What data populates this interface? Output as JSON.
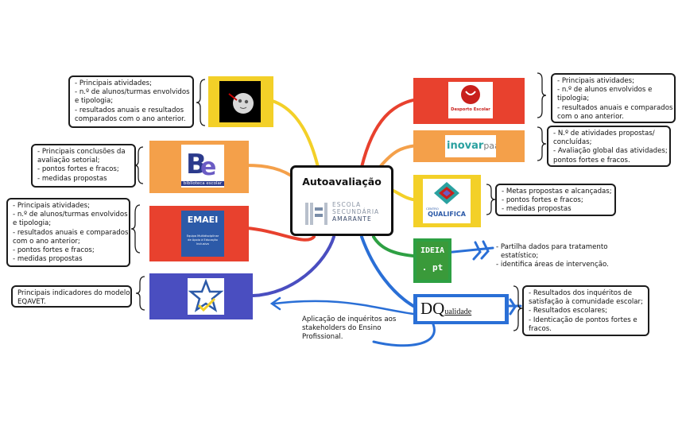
{
  "central": {
    "title": "Autoavaliação",
    "logo_lines": [
      "ESCOLA",
      "SECUNDÁRIA",
      "AMARANTE"
    ]
  },
  "branches_left": [
    {
      "id": "moon",
      "color": "#f3d028",
      "lines": [
        "- Principais atividades;",
        "- n.º de alunos/turmas envolvidos",
        "e tipologia;",
        "- resultados anuais e resultados",
        "comparados com o ano anterior."
      ]
    },
    {
      "id": "be",
      "color": "#f4a04a",
      "logo_text": "biblioteca escolar",
      "lines": [
        "- Principais conclusões da",
        "avaliação setorial;",
        "- pontos fortes e fracos;",
        "- medidas propostas"
      ]
    },
    {
      "id": "emaei",
      "color": "#e8412e",
      "logo_text": "EMAEI",
      "logo_sub": "Equipa Multidisciplinar de Apoio à Educação Inclusiva",
      "lines": [
        "- Principais atividades;",
        "- n.º de alunos/turmas envolvidos",
        "e tipologia;",
        "- resultados anuais e comparados",
        "com o ano anterior;",
        "- pontos fortes e fracos;",
        "- medidas propostas"
      ]
    },
    {
      "id": "eqavet",
      "color": "#4a4ec0",
      "lines": [
        "Principais indicadores do modelo",
        "EQAVET."
      ]
    }
  ],
  "branches_right": [
    {
      "id": "desporto",
      "color": "#e8412e",
      "logo_text": "Desporto Escolar",
      "lines": [
        "- Principais atividades;",
        "- n.º de alunos envolvidos e",
        "tipologia;",
        "- resultados anuais e comparados",
        "com o ano anterior."
      ]
    },
    {
      "id": "inovar",
      "color": "#f4a04a",
      "logo_text_a": "inovar",
      "logo_text_b": "paa",
      "lines": [
        "- N.º de atividades propostas/",
        "concluídas;",
        "- Avaliação global das atividades;",
        "pontos fortes e fracos."
      ]
    },
    {
      "id": "qualifica",
      "color": "#f3d028",
      "logo_text_small": "CENTRO",
      "logo_text": "QUALIFICA",
      "lines": [
        "- Metas propostas e alcançadas;",
        "- pontos fortes e fracos;",
        "- medidas propostas"
      ]
    },
    {
      "id": "ideia",
      "color": "#2ea043",
      "logo_text_a": "IDEIA",
      "logo_text_b": ". pt",
      "lines": [
        "- Partilha dados para tratamento",
        "estatístico;",
        "- identifica áreas de intervenção."
      ]
    },
    {
      "id": "dq",
      "color": "#2a6fd6",
      "logo_text_a": "DQ",
      "logo_text_b": "ualidade",
      "lines": [
        "- Resultados dos inquéritos de",
        "satisfação à comunidade escolar;",
        "- Resultados escolares;",
        "- Identicação de pontos fortes e",
        "fracos."
      ]
    }
  ],
  "arrow_note": {
    "lines": [
      "Aplicação de inquéritos aos",
      "stakeholders do Ensino",
      "Profissional."
    ]
  },
  "colors": {
    "ink": "#111111",
    "blue_arrow": "#2a6fd6"
  }
}
